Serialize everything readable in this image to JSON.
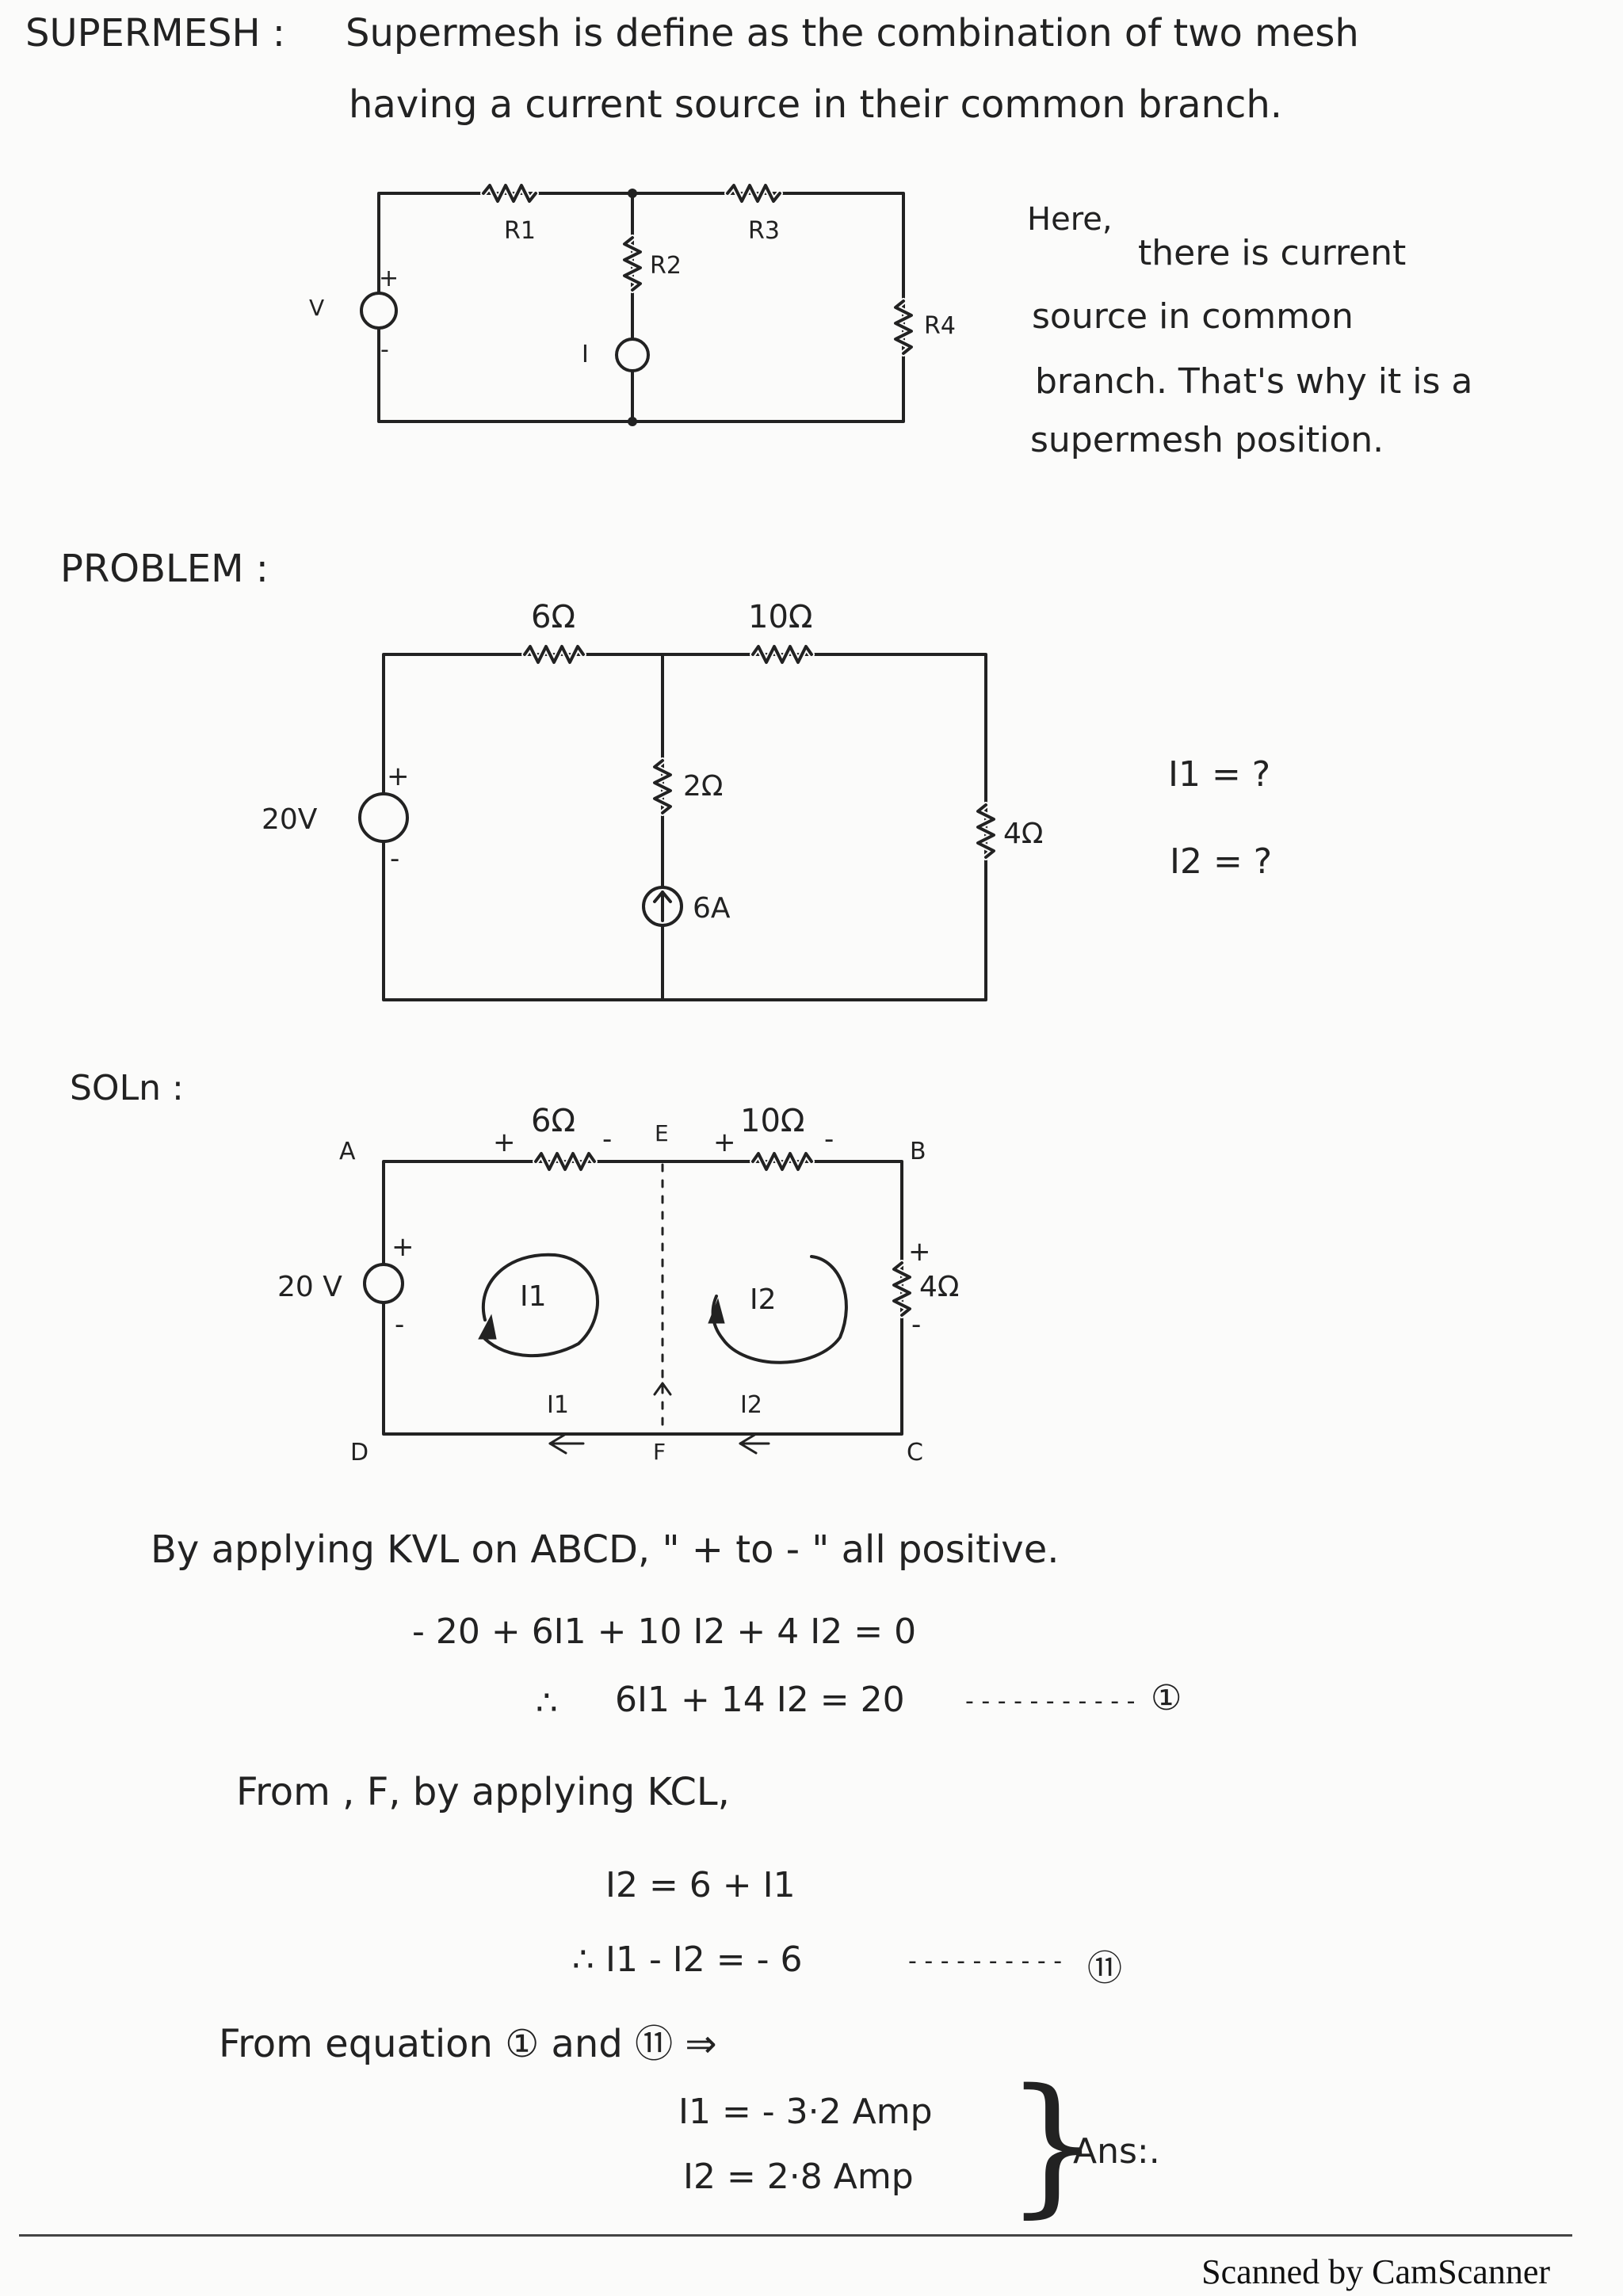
{
  "header": {
    "label": "SUPERMESH :",
    "definition_line1": "Supermesh is define as the combination of two mesh",
    "definition_line2": "having a current source in their common branch."
  },
  "circuit1": {
    "labels": {
      "r1": "R1",
      "r2": "R2",
      "r3": "R3",
      "r4": "R4",
      "v": "V",
      "i": "I",
      "plus": "+",
      "minus": "-"
    }
  },
  "note": {
    "line1": "Here,",
    "line2": "there is current",
    "line3": "source in common",
    "line4": "branch. That's why it is a",
    "line5": "supermesh position."
  },
  "problem": {
    "label": "PROBLEM :",
    "labels": {
      "r_left": "6Ω",
      "r_right": "10Ω",
      "r_mid": "2Ω",
      "r_side": "4Ω",
      "source_v": "20V",
      "source_i": "6A",
      "plus": "+",
      "minus": "-"
    },
    "unknowns": [
      "I1 = ?",
      "I2 = ?"
    ]
  },
  "solution": {
    "label": "SOLn :",
    "nodes": {
      "a": "A",
      "b": "B",
      "c": "C",
      "d": "D",
      "e": "E",
      "f": "F"
    },
    "labels": {
      "r_left": "6Ω",
      "r_right": "10Ω",
      "r_side": "4Ω",
      "source_v": "20 V",
      "mesh1": "I1",
      "mesh2": "I2",
      "branch1": "I1",
      "branch2": "I2",
      "plus": "+",
      "minus": "-"
    }
  },
  "work": {
    "kvl_intro": "By applying KVL on ABCD, \" + to - \" all positive.",
    "eq1": "- 20 + 6I1 + 10 I2 + 4 I2 = 0",
    "eq2_therefore": "∴",
    "eq2": "6I1 + 14 I2 = 20",
    "eq2_tag": "①",
    "kcl_intro": "From , F, by applying KCL,",
    "eq3": "I2 = 6 + I1",
    "eq4": "∴ I1 - I2 = - 6",
    "eq4_tag": "⑪",
    "from_eq": "From equation ① and ⑪ ⇒",
    "ans1": "I1 = - 3·2 Amp",
    "ans2": "I2 = 2·8 Amp",
    "ans_label": "Ans:."
  },
  "footer": {
    "scanner": "Scanned by CamScanner"
  }
}
